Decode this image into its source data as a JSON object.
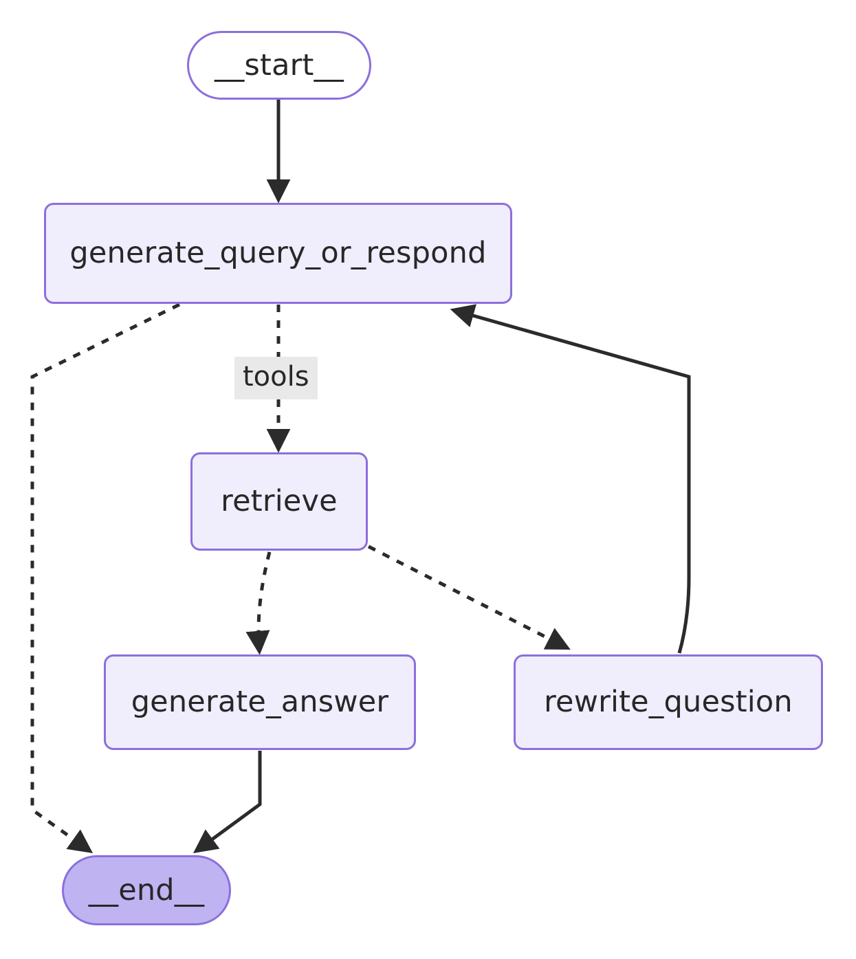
{
  "diagram": {
    "type": "flowchart",
    "orientation": "top-down",
    "title": "",
    "colors": {
      "node_border": "#8c6fdc",
      "node_fill": "#f0edfc",
      "start_fill": "#ffffff",
      "end_fill": "#bfb3f2",
      "edge_stroke": "#2b2b2b",
      "edge_label_bg": "#e9e9e9",
      "text": "#272727",
      "background": "#ffffff"
    },
    "nodes": [
      {
        "id": "start",
        "label": "__start__",
        "shape": "stadium"
      },
      {
        "id": "generate_query",
        "label": "generate_query_or_respond",
        "shape": "rounded-rect"
      },
      {
        "id": "retrieve",
        "label": "retrieve",
        "shape": "rounded-rect"
      },
      {
        "id": "generate_answer",
        "label": "generate_answer",
        "shape": "rounded-rect"
      },
      {
        "id": "rewrite_question",
        "label": "rewrite_question",
        "shape": "rounded-rect"
      },
      {
        "id": "end",
        "label": "__end__",
        "shape": "stadium"
      }
    ],
    "edges": [
      {
        "from": "start",
        "to": "generate_query",
        "label": "",
        "style": "solid"
      },
      {
        "from": "generate_query",
        "to": "retrieve",
        "label": "tools",
        "style": "dashed"
      },
      {
        "from": "generate_query",
        "to": "end",
        "label": "",
        "style": "dashed"
      },
      {
        "from": "retrieve",
        "to": "generate_answer",
        "label": "",
        "style": "dashed"
      },
      {
        "from": "retrieve",
        "to": "rewrite_question",
        "label": "",
        "style": "dashed"
      },
      {
        "from": "generate_answer",
        "to": "end",
        "label": "",
        "style": "solid"
      },
      {
        "from": "rewrite_question",
        "to": "generate_query",
        "label": "",
        "style": "solid"
      }
    ],
    "edge_labels": {
      "tools": "tools"
    }
  }
}
